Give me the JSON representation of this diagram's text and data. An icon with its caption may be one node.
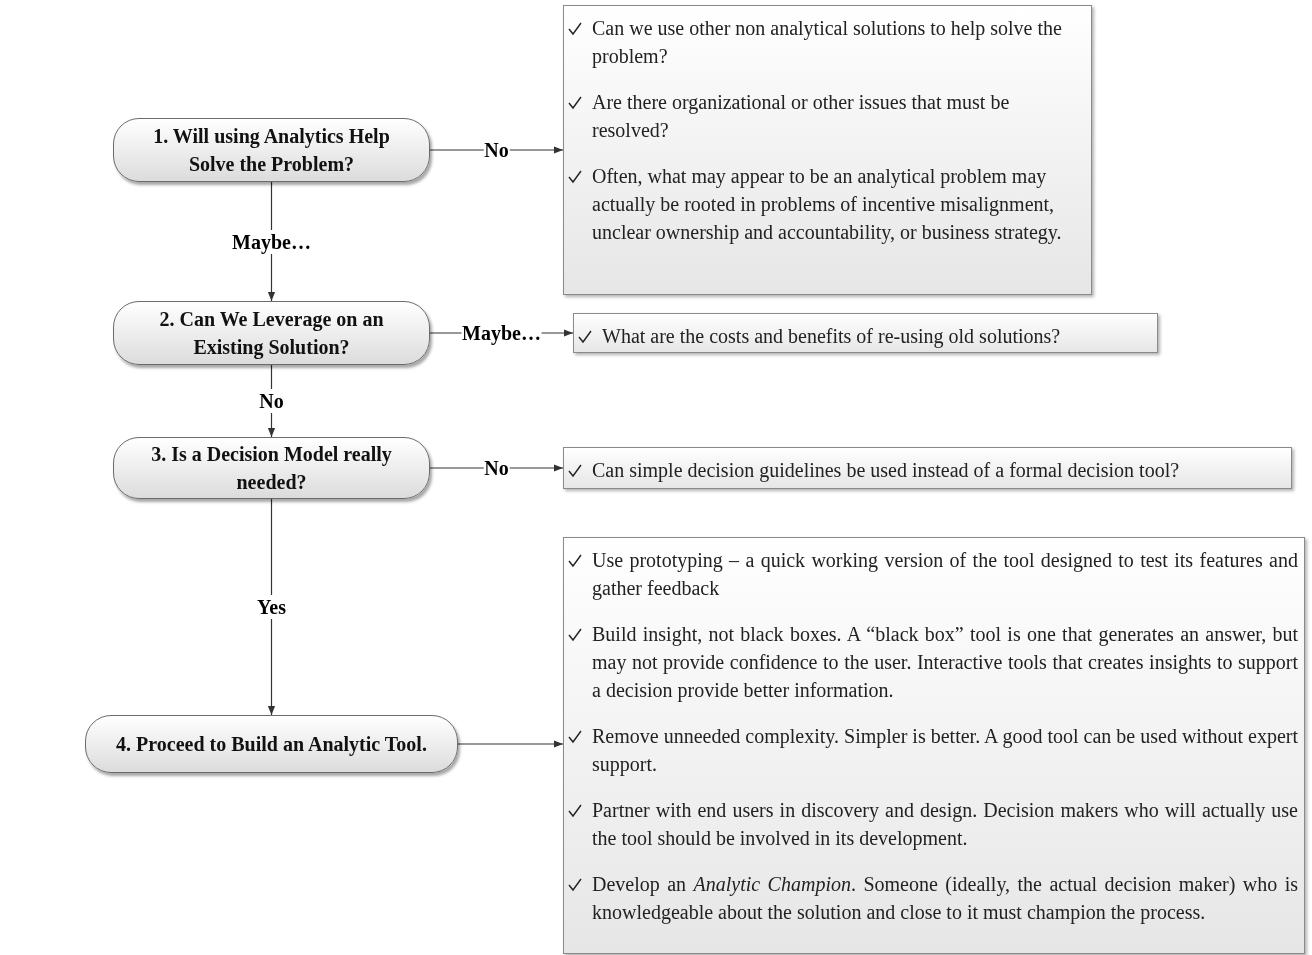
{
  "diagram": {
    "nodes": [
      {
        "text": [
          "1. Will using Analytics Help Solve the Problem?"
        ]
      },
      {
        "text": [
          "Can we use other non analytical solutions to help solve the problem?",
          "Are there organizational or other issues that must be resolved?",
          "Often, what may appear to be an analytical problem may actually be rooted in problems of incentive misalignment, unclear ownership and accountability, or business strategy."
        ]
      },
      {
        "text": [
          "2. Can We Leverage on an Existing Solution?"
        ]
      },
      {
        "text": [
          "What are the costs and benefits of re-using old solutions?"
        ]
      },
      {
        "text": [
          "3. Is a Decision Model really needed?"
        ]
      },
      {
        "text": [
          "Can simple decision guidelines be used instead of a formal decision tool?"
        ]
      },
      {
        "text": [
          "4. Proceed to Build an Analytic Tool."
        ]
      },
      {
        "text": [
          "Use prototyping – a quick working version of the tool designed to test its features and gather feedback",
          "Build insight, not black boxes. A “black box” tool is one that generates an answer, but may not provide confidence to the user. Interactive tools that creates insights to support a decision provide better information.",
          "Remove unneeded complexity. Simpler is better. A good tool can be used without expert support.",
          "Partner with end users in discovery and design. Decision makers who will actually use the tool should be involved in its development.",
          "Develop an *Analytic Champion*. Someone (ideally, the actual decision maker) who is knowledgeable about the solution and close to it must champion the process."
        ]
      }
    ],
    "edges": [
      {
        "from": 0,
        "to": 1,
        "arrow": "to",
        "label": "No"
      },
      {
        "from": 0,
        "to": 2,
        "arrow": "to",
        "label": "Maybe…"
      },
      {
        "from": 2,
        "to": 3,
        "arrow": "to",
        "label": "Maybe…"
      },
      {
        "from": 2,
        "to": 4,
        "arrow": "to",
        "label": "No"
      },
      {
        "from": 4,
        "to": 5,
        "arrow": "to",
        "label": "No"
      },
      {
        "from": 4,
        "to": 6,
        "arrow": "to",
        "label": "Yes"
      },
      {
        "from": 6,
        "to": 7,
        "arrow": "to"
      }
    ]
  }
}
